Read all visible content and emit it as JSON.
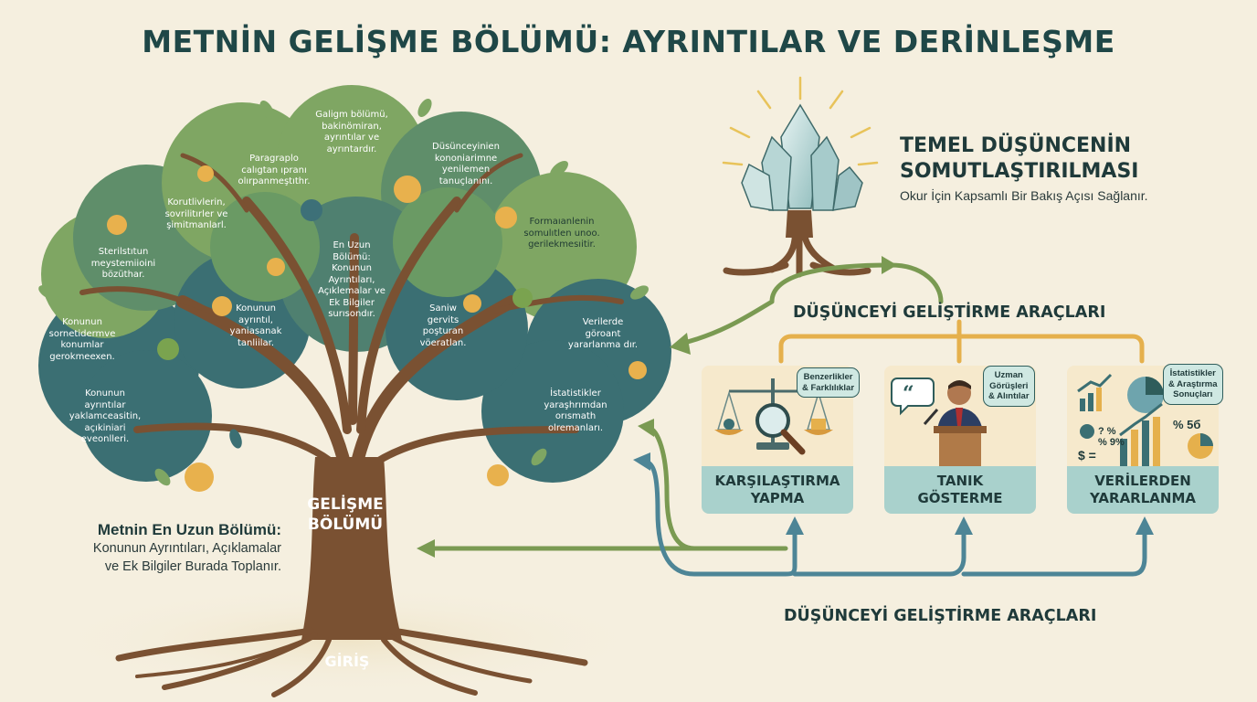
{
  "title": "METNİN GELİŞME BÖLÜMÜ: AYRINTILAR VE DERİNLEŞME",
  "tree": {
    "trunk_label": "GELİŞME\nBÖLÜMÜ",
    "root_label": "GİRİŞ",
    "canopy_texts": [
      "Galigm bölümü,\nbakinömiran,\nayrıntılar ve\nayrıntardır.",
      "Paragraplo\ncalıgtan ıpranı\nolırpanmeştıthr.",
      "Düsünceyinien\nkononiarimne\nyenilemen\ntanuçlanını.",
      "Korutlivlerin,\nsovrilitırler ve\nşimitmanlarl.",
      "Formaıanlenin\nsomulıtlen unoo.\ngerilekmesıitir.",
      "Sterilstıtun\nmeystemiioini\nbözüthar.",
      "En Uzun\nBölümü:\nKonunun\nAyrıntıları,\nAçıklemalar ve\nEk Bilgiler\nsurısondır.",
      "Konunun\nayrıntıl,\nyaniasanak\ntanliilar.",
      "Saniw\ngervits\npoşturan\nvöeratlan.",
      "Konunun\nsornetidermve\nkonumlar\ngerokmeexen.",
      "Verilerde\ngöroant\nyararlanma dır.",
      "Konunun\nayrıntılar\nyaklamceasitin,\naçıkiniari\neveonlleri.",
      "İstatistikler\nyaraşhrımdan\norısmath\nolremanları."
    ]
  },
  "side_note": {
    "heading": "Metnin En Uzun Bölümü:",
    "body": "Konunun Ayrıntıları, Açıklamalar\nve Ek Bilgiler Burada Toplanır."
  },
  "crystal": {
    "title": "TEMEL DÜŞÜNCENİN\nSOMUTLAŞTIRILMASI",
    "subtitle": "Okur İçin Kapsamlı Bir Bakış Açısı Sağlanır."
  },
  "tools_heading_top": "DÜŞÜNCEYİ GELİŞTİRME ARAÇLARI",
  "tools_heading_bottom": "DÜŞÜNCEYİ GELİŞTİRME ARAÇLARI",
  "tools": [
    {
      "label": "KARŞILAŞTIRMA\nYAPMA",
      "bubble": "Benzerlikler\n& Farklılıklar",
      "icon": "balance-scale-magnifier-icon"
    },
    {
      "label": "TANIK\nGÖSTERME",
      "bubble": "Uzman\nGörüşleri\n& Alıntılar",
      "icon": "speaker-podium-icon"
    },
    {
      "label": "VERİLERDEN\nYARARLANMA",
      "bubble": "İstatistikler\n& Araştırma\nSonuçları",
      "icon": "charts-statistics-icon",
      "stats": [
        "% 5б",
        "? %",
        "% 9%",
        "$ ="
      ]
    }
  ],
  "colors": {
    "background": "#f5efdf",
    "trunk": "#7a5132",
    "canopy_dark": "#3b6f73",
    "canopy_light": "#7fa663",
    "arrow_green": "#7a9a52",
    "arrow_blue": "#4d8596",
    "arrow_gold": "#e5b04c",
    "card_label": "#a9d1cc"
  }
}
